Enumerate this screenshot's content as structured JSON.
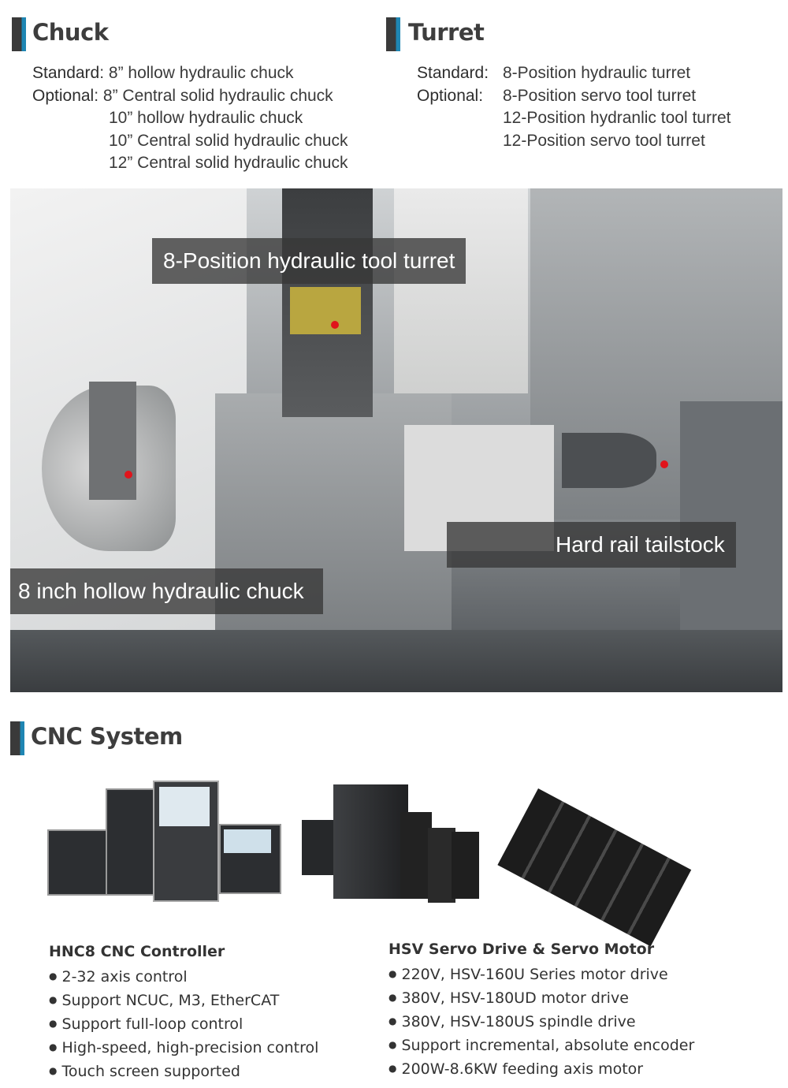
{
  "chuck": {
    "title": "Chuck",
    "standard_label": "Standard",
    "standard": "8” hollow hydraulic chuck",
    "optional_label": "Optional",
    "optional": [
      "8” Central solid hydraulic chuck",
      "10” hollow hydraulic chuck",
      "10” Central solid hydraulic chuck",
      "12” Central solid hydraulic chuck"
    ]
  },
  "turret": {
    "title": "Turret",
    "standard_label": "Standard:",
    "standard": "8-Position hydraulic turret",
    "optional_label": "Optional:",
    "optional": [
      "8-Position servo tool turret",
      "12-Position hydranlic tool turret",
      "12-Position servo tool turret"
    ]
  },
  "photo": {
    "captions": [
      "8-Position hydraulic tool turret",
      "Hard rail tailstock",
      "8 inch hollow hydraulic chuck"
    ],
    "accent": "#e0141b"
  },
  "cnc": {
    "title": "CNC System",
    "controller": {
      "title": "HNC8 CNC Controller",
      "items": [
        "2-32 axis control",
        "Support NCUC, M3, EtherCAT",
        "Support full-loop control",
        "High-speed, high-precision control",
        "Touch screen supported"
      ]
    },
    "servo": {
      "title": "HSV Servo Drive & Servo Motor",
      "items": [
        "220V, HSV-160U Series motor drive",
        "380V, HSV-180UD motor drive",
        "380V, HSV-180US spindle drive",
        "Support incremental, absolute encoder",
        "200W-8.6KW feeding axis motor"
      ]
    }
  },
  "colors": {
    "heading_bar": "#3a3a3a",
    "heading_accent": "#1f86b3"
  }
}
